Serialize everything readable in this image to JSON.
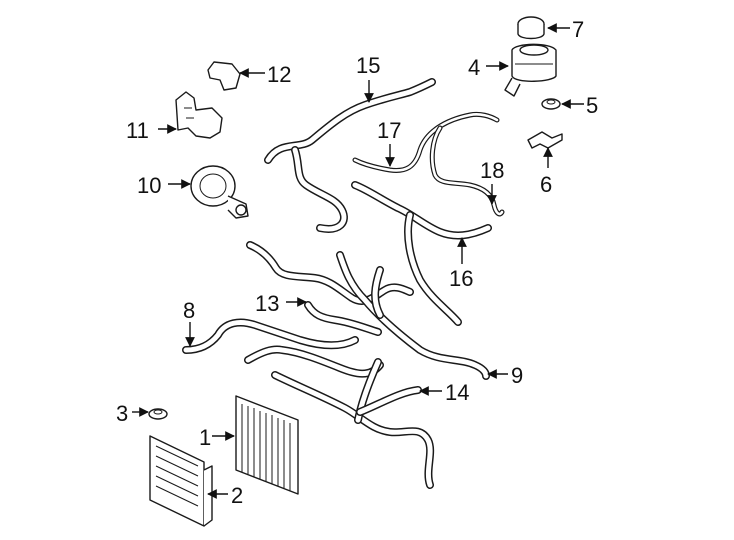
{
  "callouts": {
    "c1": "1",
    "c2": "2",
    "c3": "3",
    "c4": "4",
    "c5": "5",
    "c6": "6",
    "c7": "7",
    "c8": "8",
    "c9": "9",
    "c10": "10",
    "c11": "11",
    "c12": "12",
    "c13": "13",
    "c14": "14",
    "c15": "15",
    "c16": "16",
    "c17": "17",
    "c18": "18"
  },
  "colors": {
    "line": "#1a1a1a",
    "background": "#ffffff"
  }
}
